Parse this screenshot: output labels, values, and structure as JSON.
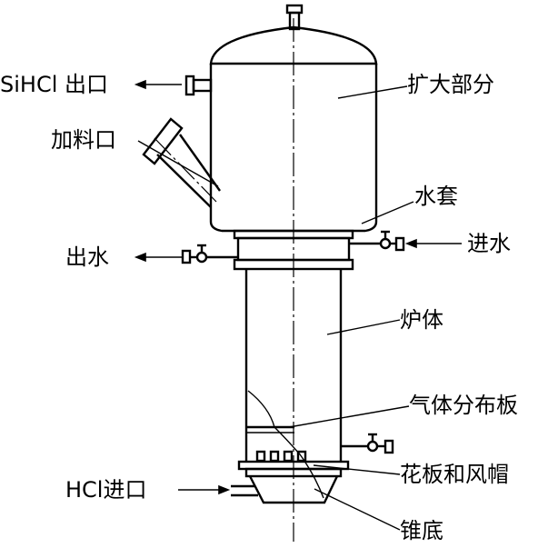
{
  "labels": {
    "sihcl_outlet": "SiHCl 出口",
    "enlarged_section": "扩大部分",
    "feed_port": "加料口",
    "water_jacket": "水套",
    "water_out": "出水",
    "water_in": "进水",
    "furnace_body": "炉体",
    "gas_distributor": "气体分布板",
    "hcl_inlet": "HCl进口",
    "perforated_plate_caps": "花板和风帽",
    "cone_bottom": "锥底"
  }
}
